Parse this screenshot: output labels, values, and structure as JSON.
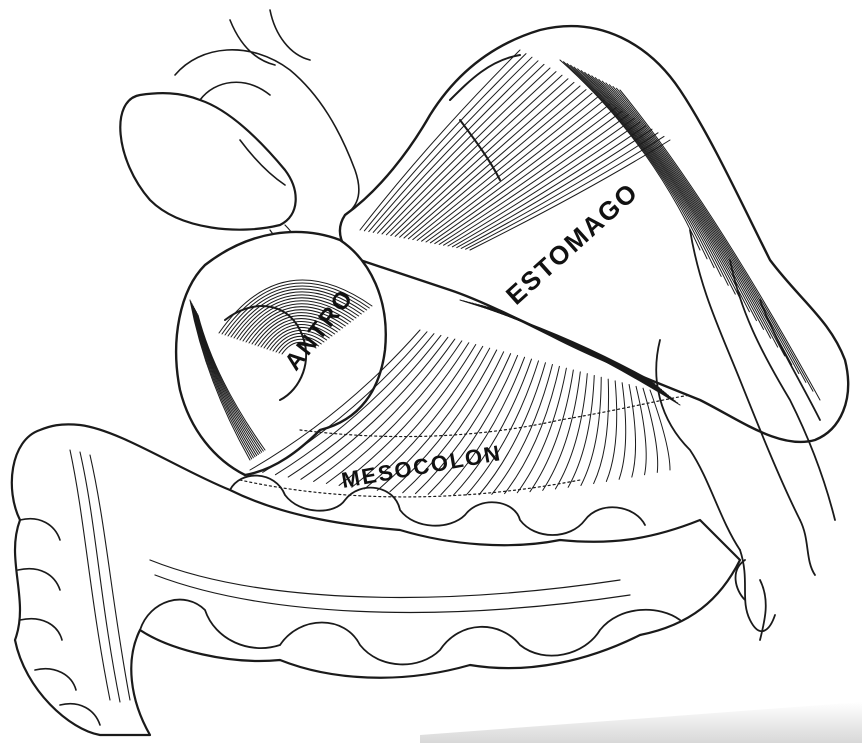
{
  "labels": {
    "antro": "ANTRO",
    "estomago": "ESTOMAGO",
    "mesocolon": "MESOCOLON"
  },
  "colors": {
    "ink": "#1a1a1a",
    "paper": "#ffffff",
    "scan_edge": "#c9c9c9"
  }
}
